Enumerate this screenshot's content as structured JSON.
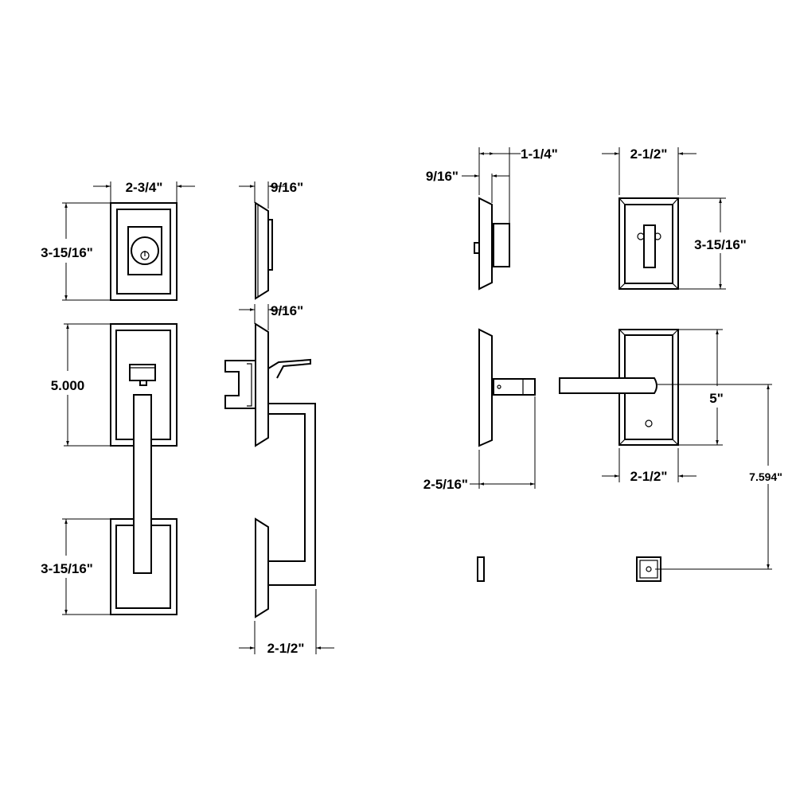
{
  "title": "Handleset and lever lock dimension drawing",
  "colors": {
    "line": "#000000",
    "background": "#ffffff"
  },
  "dimensions": {
    "deadbolt_width": "2-3/4\"",
    "deadbolt_height": "3-15/16\"",
    "deadbolt_projection": "9/16\"",
    "handle_plate_height": "5.000",
    "handle_plate_projection": "9/16\"",
    "bottom_plate_height": "3-15/16\"",
    "handle_projection": "2-1/2\"",
    "interior_deadbolt_depth": "1-1/4\"",
    "interior_deadbolt_plate": "9/16\"",
    "interior_deadbolt_width": "2-1/2\"",
    "interior_deadbolt_height": "3-15/16\"",
    "lever_projection": "2-5/16\"",
    "lever_plate_height": "5\"",
    "lever_plate_width": "2-1/2\"",
    "lever_to_strike": "7.594\""
  }
}
